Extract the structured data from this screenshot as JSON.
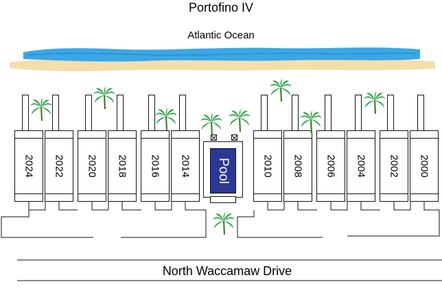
{
  "title": "Portofino IV",
  "ocean_label": "Atlantic Ocean",
  "road_label": "North Waccamaw Drive",
  "pool_label": "Pool",
  "colors": {
    "ocean": "#3aa7e6",
    "ocean_dark": "#2a8fd0",
    "sand": "#f4deab",
    "pool": "#2b3896",
    "palm": "#1d9a36",
    "palm_trunk": "#3f7f2c"
  },
  "units_west": [
    "2024",
    "2022",
    "2020",
    "2018",
    "2016",
    "2014"
  ],
  "units_east": [
    "2010",
    "2008",
    "2006",
    "2004",
    "2002",
    "2000"
  ],
  "icons": [
    "palm-tree-icon",
    "shower-icon"
  ]
}
